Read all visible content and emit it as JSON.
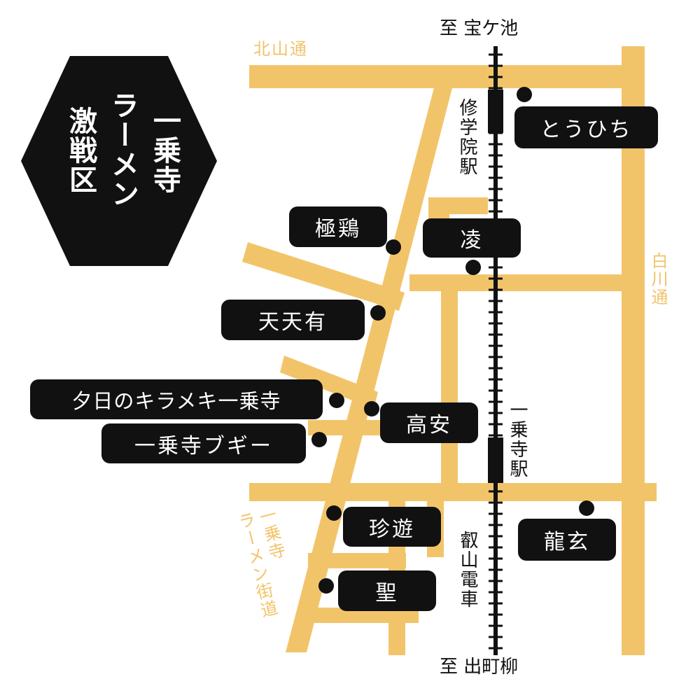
{
  "logo": {
    "line1": "一乗寺",
    "line2": "ラーメン",
    "line3": "激戦区"
  },
  "roads": {
    "kitayama": "北山通",
    "shirakawa": "白川通",
    "ramen_street_line1": "一乗寺",
    "ramen_street_line2": "ラーメン街道"
  },
  "railway": {
    "name": "叡山電車",
    "to_north": "至 宝ケ池",
    "to_south": "至 出町柳",
    "station_north": "修学院駅",
    "station_south": "一乗寺駅"
  },
  "shops": [
    {
      "id": "touhichi",
      "name": "とうひち"
    },
    {
      "id": "gokkei",
      "name": "極鶏"
    },
    {
      "id": "ryo",
      "name": "凌"
    },
    {
      "id": "tentenyu",
      "name": "天天有"
    },
    {
      "id": "yuhi",
      "name": "夕日のキラメキ一乗寺"
    },
    {
      "id": "boogie",
      "name": "一乗寺ブギー"
    },
    {
      "id": "takayasu",
      "name": "高安"
    },
    {
      "id": "chinyu",
      "name": "珍遊"
    },
    {
      "id": "ryugen",
      "name": "龍玄"
    },
    {
      "id": "hijiri",
      "name": "聖"
    }
  ],
  "colors": {
    "road": "#f2c46a",
    "ink": "#111111",
    "background": "#ffffff"
  }
}
